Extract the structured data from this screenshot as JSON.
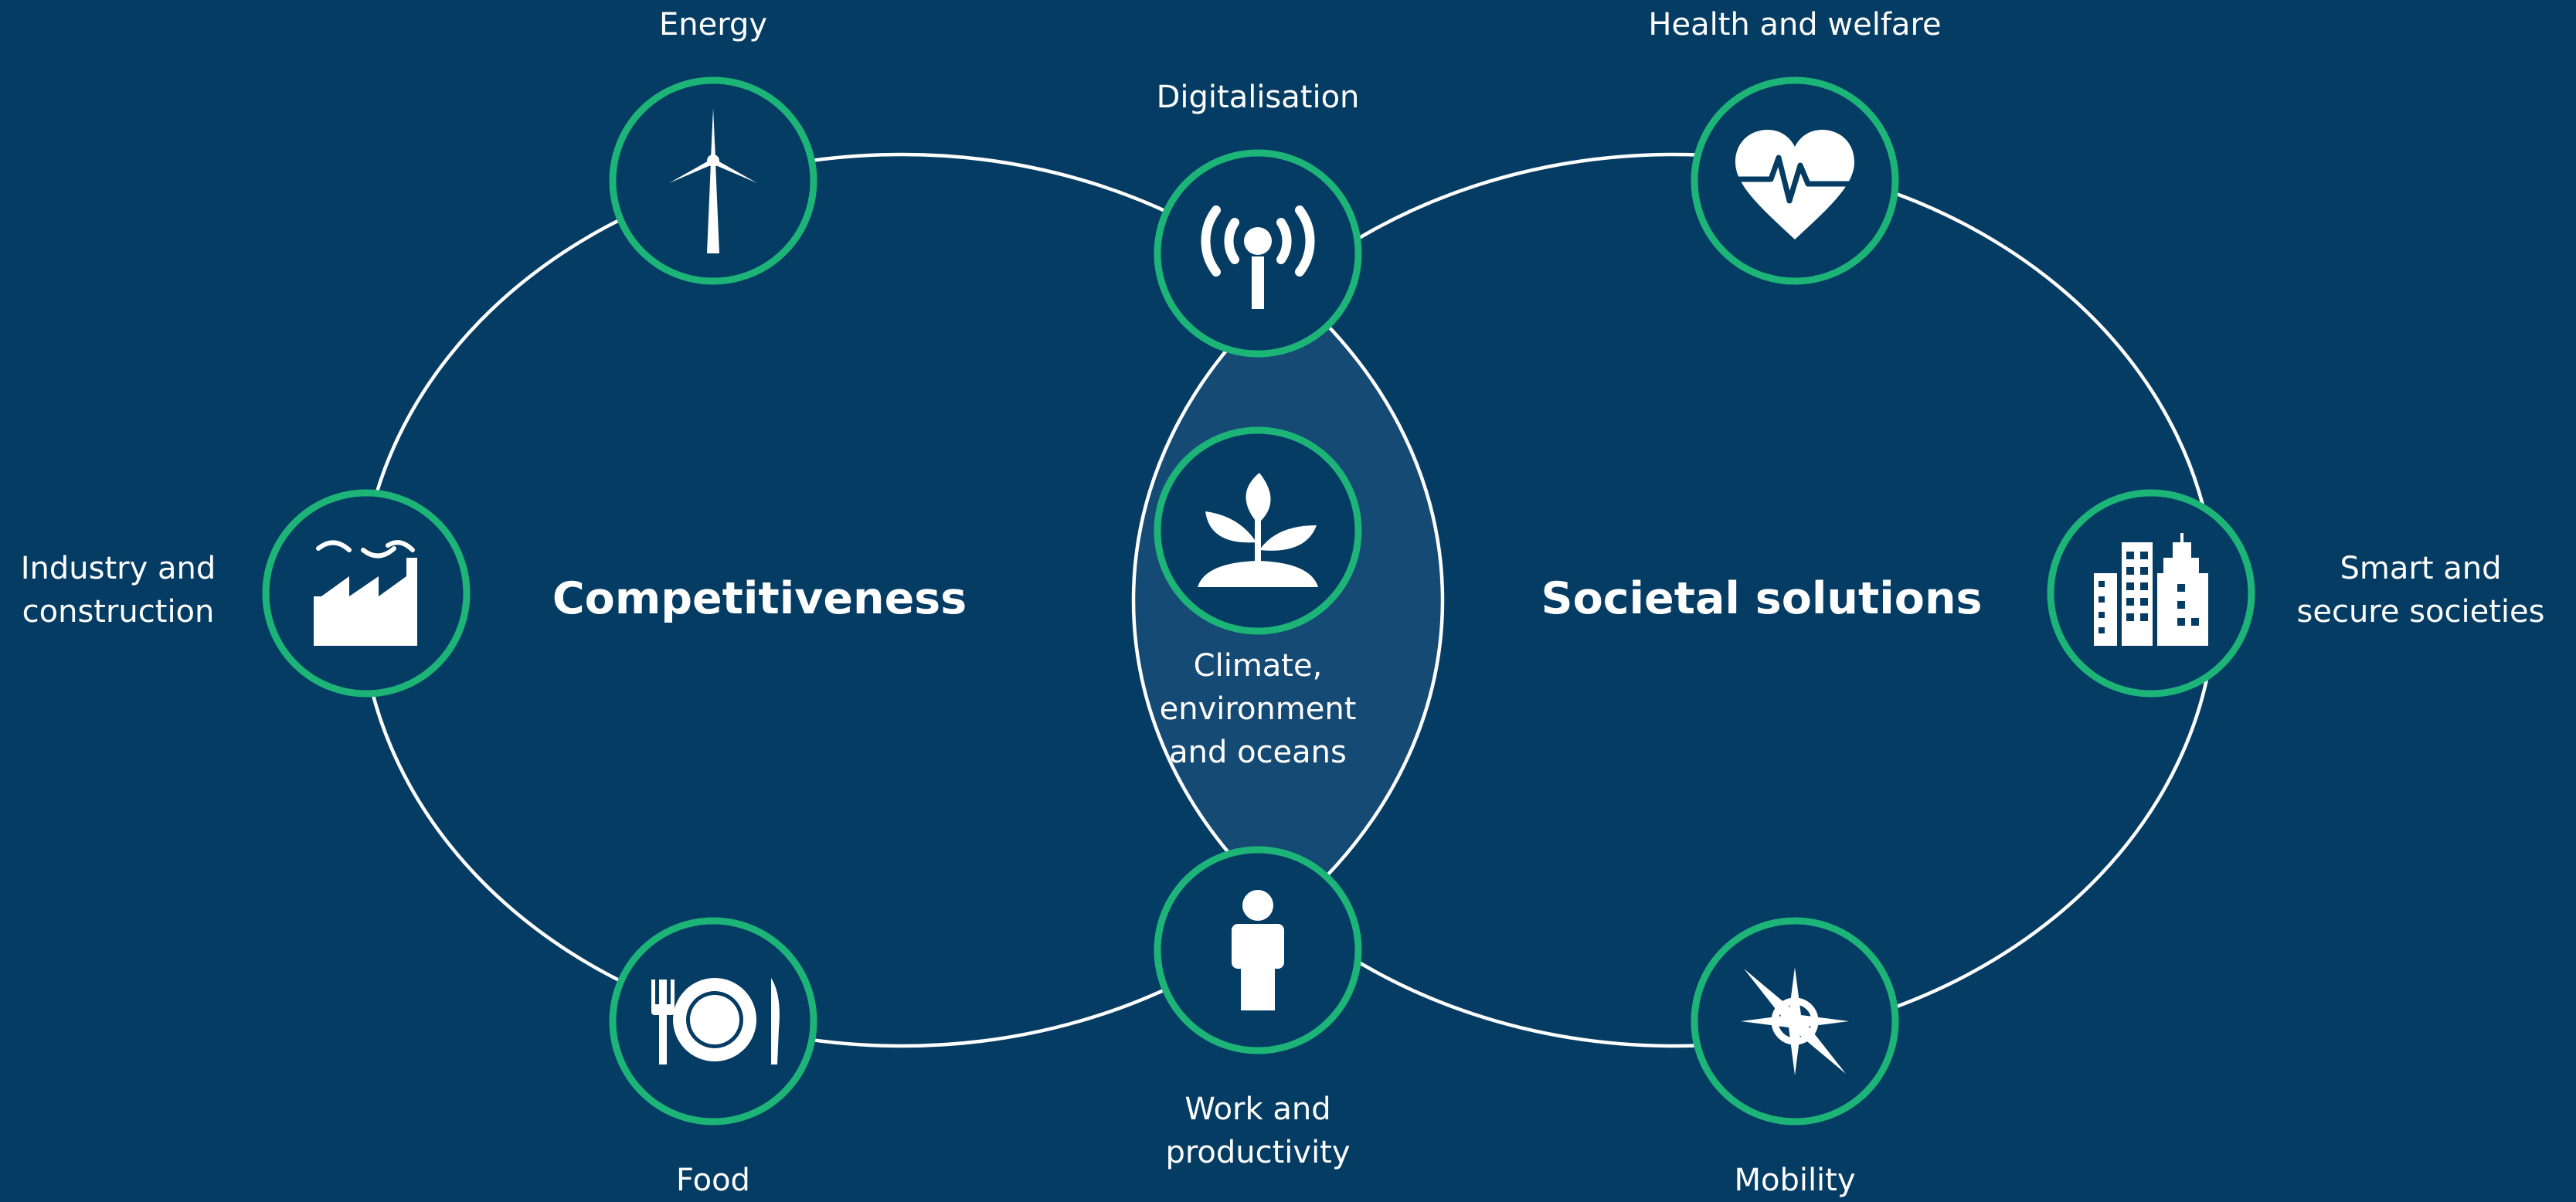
{
  "colors": {
    "background": "#053c64",
    "overlap_fill": "#154a75",
    "ring_stroke": "#ffffff",
    "node_stroke": "#1db477",
    "icon": "#ffffff"
  },
  "groups": {
    "left": "Competitiveness",
    "right": "Societal solutions"
  },
  "nodes": {
    "energy": {
      "label": "Energy",
      "icon": "wind-turbine-icon"
    },
    "digitalisation": {
      "label": "Digitalisation",
      "icon": "broadcast-antenna-icon"
    },
    "health": {
      "label": "Health and welfare",
      "icon": "heart-pulse-icon"
    },
    "industry": {
      "label_lines": [
        "Industry and",
        "construction"
      ],
      "icon": "factory-icon"
    },
    "climate": {
      "label_lines": [
        "Climate,",
        "environment",
        "and oceans"
      ],
      "icon": "plant-sprout-icon"
    },
    "smart": {
      "label_lines": [
        "Smart and",
        "secure societies"
      ],
      "icon": "buildings-icon"
    },
    "food": {
      "label": "Food",
      "icon": "plate-cutlery-icon"
    },
    "work": {
      "label_lines": [
        "Work and",
        "productivity"
      ],
      "icon": "person-icon"
    },
    "mobility": {
      "label": "Mobility",
      "icon": "compass-icon"
    }
  }
}
